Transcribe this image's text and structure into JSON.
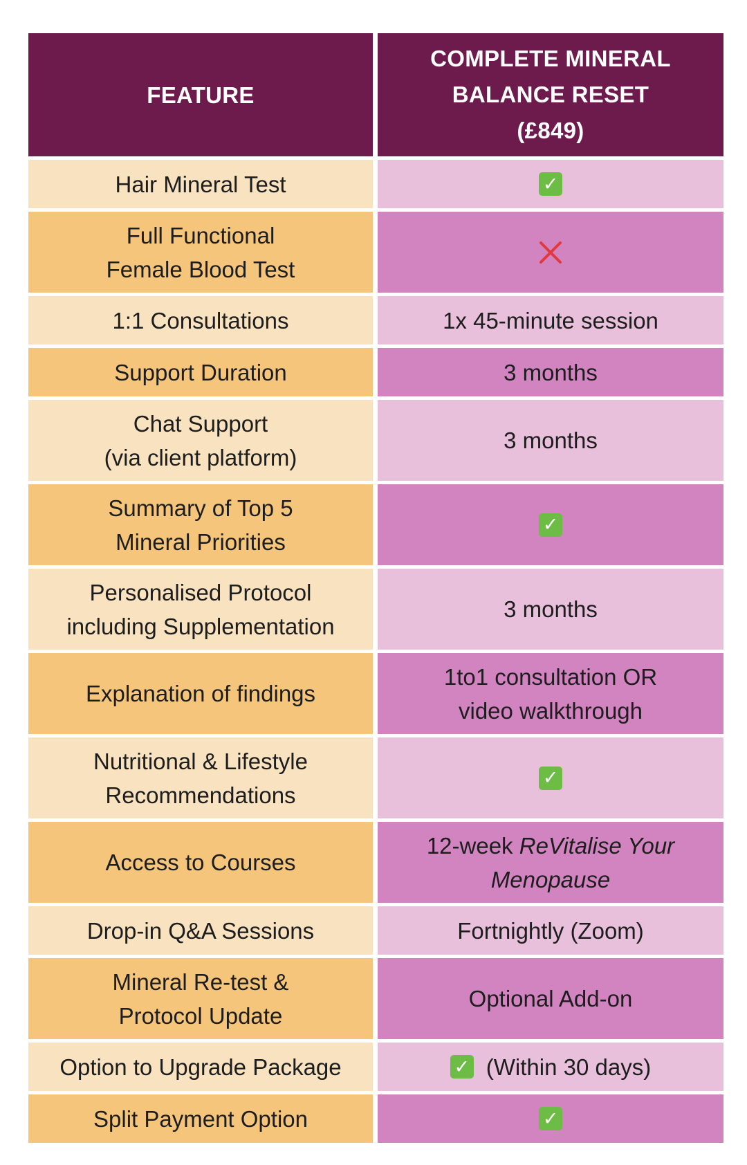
{
  "header": {
    "feature_label": "FEATURE",
    "package_line1": "COMPLETE MINERAL",
    "package_line2": "BALANCE RESET",
    "package_line3": "(£849)"
  },
  "rows": [
    {
      "feature": [
        "Hair Mineral Test"
      ],
      "value_type": "check"
    },
    {
      "feature": [
        "Full Functional",
        "Female Blood Test"
      ],
      "value_type": "cross"
    },
    {
      "feature": [
        "1:1 Consultations"
      ],
      "value": [
        "1x 45-minute session"
      ]
    },
    {
      "feature": [
        "Support Duration"
      ],
      "value": [
        "3 months"
      ]
    },
    {
      "feature": [
        "Chat Support",
        "(via client platform)"
      ],
      "value": [
        "3 months"
      ]
    },
    {
      "feature": [
        "Summary of Top 5",
        "Mineral Priorities"
      ],
      "value_type": "check"
    },
    {
      "feature": [
        "Personalised Protocol",
        "including Supplementation"
      ],
      "value": [
        "3 months"
      ]
    },
    {
      "feature": [
        "Explanation of findings"
      ],
      "value": [
        "1to1 consultation OR",
        "video walkthrough"
      ]
    },
    {
      "feature": [
        "Nutritional & Lifestyle",
        "Recommendations"
      ],
      "value_type": "check"
    },
    {
      "feature": [
        "Access to Courses"
      ],
      "value_prefix": "12-week ",
      "value_italic_1": "ReVitalise Your",
      "value_italic_2": "Menopause"
    },
    {
      "feature": [
        "Drop-in Q&A Sessions"
      ],
      "value": [
        "Fortnightly (Zoom)"
      ]
    },
    {
      "feature": [
        "Mineral Re-test &",
        "Protocol Update"
      ],
      "value": [
        "Optional Add-on"
      ]
    },
    {
      "feature": [
        "Option to Upgrade Package"
      ],
      "value_type": "check",
      "value_note": "(Within 30 days)"
    },
    {
      "feature": [
        "Split Payment Option"
      ],
      "value_type": "check"
    }
  ],
  "icons": {
    "check": "✓",
    "check_color": "#6dbc45",
    "cross_color": "#e0393e"
  },
  "colors": {
    "header_bg": "#6d1a4d",
    "feature_light": "#f8e2bf",
    "feature_dark": "#f5c57c",
    "value_light": "#e9c0dc",
    "value_dark": "#d284c1"
  }
}
